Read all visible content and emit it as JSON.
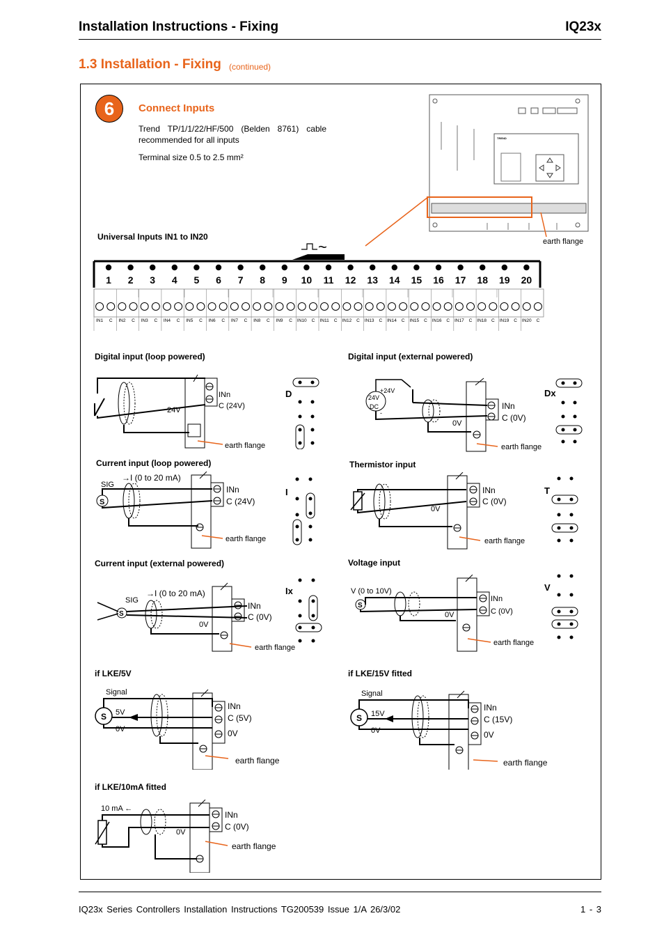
{
  "header": {
    "title": "Installation Instructions - Fixing",
    "model": "IQ23x"
  },
  "section": {
    "title": "1.3 Installation - Fixing",
    "continued": "(continued)"
  },
  "step": {
    "number": "6",
    "title": "Connect Inputs",
    "cable_note": "Trend TP/1/1/22/HF/500 (Belden 8761) cable recommended for all inputs",
    "terminal_note": "Terminal size 0.5 to 2.5 mm²"
  },
  "device": {
    "brand": "TREND",
    "earth_flange": "earth flange"
  },
  "inputs_strip": {
    "title": "Universal Inputs IN1 to IN20",
    "numbers": [
      "1",
      "2",
      "3",
      "4",
      "5",
      "6",
      "7",
      "8",
      "9",
      "10",
      "11",
      "12",
      "13",
      "14",
      "15",
      "16",
      "17",
      "18",
      "19",
      "20"
    ],
    "terminal_labels": [
      "IN1",
      "C",
      "IN2",
      "C",
      "IN3",
      "C",
      "IN4",
      "C",
      "IN5",
      "C",
      "IN6",
      "C",
      "IN7",
      "C",
      "IN8",
      "C",
      "IN9",
      "C",
      "IN10",
      "C",
      "IN11",
      "C",
      "IN12",
      "C",
      "IN13",
      "C",
      "IN14",
      "C",
      "IN15",
      "C",
      "IN16",
      "C",
      "IN17",
      "C",
      "IN18",
      "C",
      "IN19",
      "C",
      "IN20",
      "C"
    ]
  },
  "diagrams": {
    "digital_loop": {
      "title": "Digital input (loop powered)",
      "code": "D",
      "in": "INn",
      "c": "C (24V)",
      "volt": "24V",
      "earth": "earth flange"
    },
    "digital_ext": {
      "title": "Digital input (external powered)",
      "code": "Dx",
      "supply_plus": "+24V",
      "supply_a": "24V",
      "supply_b": "DC",
      "supply_minus": "-",
      "in": "INn",
      "c": "C (0V)",
      "volt": "0V",
      "earth": "earth flange"
    },
    "current_loop": {
      "title": "Current input (loop powered)",
      "code": "I",
      "sig": "SIG",
      "range": "→I (0 to 20 mA)",
      "s": "S",
      "in": "INn",
      "c": "C (24V)",
      "earth": "earth flange"
    },
    "thermistor": {
      "title": "Thermistor input",
      "code": "T",
      "in": "INn",
      "c": "C (0V)",
      "volt": "0V",
      "earth": "earth flange"
    },
    "current_ext": {
      "title": "Current input (external powered)",
      "code": "Ix",
      "sig": "SIG",
      "range": "→I (0 to 20 mA)",
      "s": "S",
      "in": "INn",
      "c": "C (0V)",
      "volt": "0V",
      "earth": "earth flange"
    },
    "voltage": {
      "title": "Voltage input",
      "code": "V",
      "range": "V (0 to 10V)",
      "s": "S",
      "in": "INn",
      "c": "C (0V)",
      "volt": "0V",
      "earth": "earth flange"
    },
    "lke5v": {
      "title": "if LKE/5V",
      "signal": "Signal",
      "s": "S",
      "v": "5V",
      "zero": "0V",
      "in": "INn",
      "c": "C (5V)",
      "ov": "0V",
      "earth": "earth flange"
    },
    "lke15v": {
      "title": "if LKE/15V fitted",
      "signal": "Signal",
      "s": "S",
      "v": "15V",
      "zero": "0V",
      "in": "INn",
      "c": "C (15V)",
      "ov": "0V",
      "earth": "earth flange"
    },
    "lke10ma": {
      "title": "if LKE/10mA fitted",
      "current": "10 mA ←",
      "in": "INn",
      "c": "C (0V)",
      "volt": "0V",
      "earth": "earth flange"
    }
  },
  "footer": {
    "text": "IQ23x Series Controllers Installation Instructions TG200539 Issue 1/A 26/3/02",
    "page": "1 - 3"
  },
  "colors": {
    "accent": "#e8641b",
    "ink": "#000000"
  }
}
